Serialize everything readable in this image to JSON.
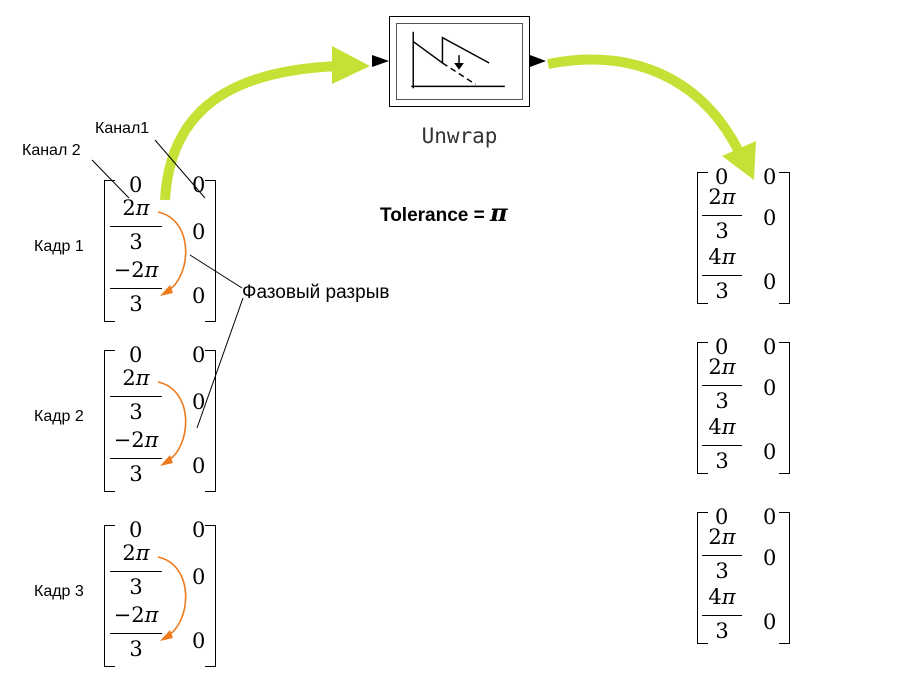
{
  "block": {
    "label": "Unwrap",
    "icon": "unwrap-icon"
  },
  "tolerance": {
    "label": "Tolerance = ",
    "value": "π"
  },
  "labels": {
    "channel1": "Канал1",
    "channel2": "Канал 2",
    "phase_jump": "Фазовый разрыв"
  },
  "input_frames": [
    {
      "label": "Кадр 1",
      "entries": [
        "0",
        "2π/3",
        "−2π/3"
      ],
      "channel1": [
        "0",
        "0",
        "0"
      ]
    },
    {
      "label": "Кадр 2",
      "entries": [
        "0",
        "2π/3",
        "−2π/3"
      ],
      "channel1": [
        "0",
        "0",
        "0"
      ]
    },
    {
      "label": "Кадр 3",
      "entries": [
        "0",
        "2π/3",
        "−2π/3"
      ],
      "channel1": [
        "0",
        "0",
        "0"
      ]
    }
  ],
  "output_frames": [
    {
      "entries": [
        "0",
        "2π/3",
        "4π/3"
      ],
      "channel1": [
        "0",
        "0",
        "0"
      ]
    },
    {
      "entries": [
        "0",
        "2π/3",
        "4π/3"
      ],
      "channel1": [
        "0",
        "0",
        "0"
      ]
    },
    {
      "entries": [
        "0",
        "2π/3",
        "4π/3"
      ],
      "channel1": [
        "0",
        "0",
        "0"
      ]
    }
  ],
  "colors": {
    "arrow": "#c6e035",
    "jump_arrow": "#ee7a1c",
    "line": "#000000"
  }
}
